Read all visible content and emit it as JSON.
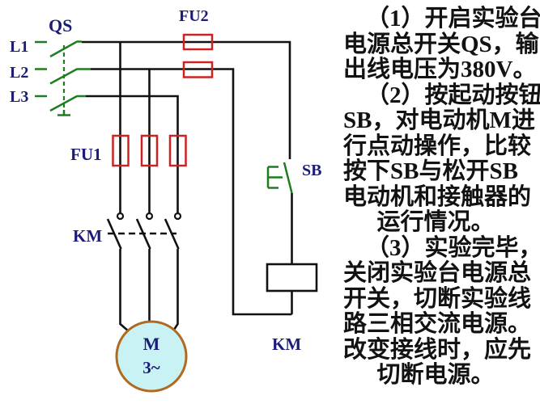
{
  "diagram": {
    "labels": {
      "qs": "QS",
      "l1": "L1",
      "l2": "L2",
      "l3": "L3",
      "fu2": "FU2",
      "fu1": "FU1",
      "km_contact": "KM",
      "sb": "SB",
      "km_coil": "KM",
      "motor": "M",
      "motor_phase": "3~"
    },
    "colors": {
      "label_navy": "#1b1b78",
      "wire_black": "#111111",
      "switch_green": "#1e7d1e",
      "fuse_red": "#cc2222",
      "motor_fill": "#c9f2f4",
      "motor_border": "#b06a20"
    }
  },
  "instructions": {
    "lines": [
      "（1）开启实验台",
      "电源总开关QS，输",
      "出线电压为380V。",
      "（2）按起动按钮",
      "SB，对电动机M进",
      "行点动操作，比较",
      "按下SB与松开SB",
      "电动机和接触器的",
      "运行情况。",
      "（3）实验完毕，",
      "关闭实验台电源总",
      "开关，切断实验线",
      "路三相交流电源。",
      "改变接线时，应先",
      "切断电源。"
    ]
  }
}
